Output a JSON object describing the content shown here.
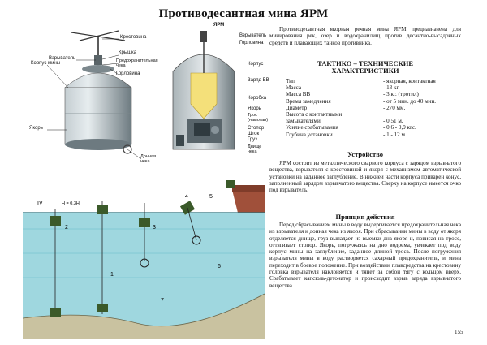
{
  "page": {
    "title": "Противодесантная мина ЯРМ",
    "page_number": "155"
  },
  "figure_left_labels": {
    "krestovina": "Крестовина",
    "vzryvatel": "Взрыватель",
    "kryshka": "Крышка",
    "korpus_miny": "Корпус мины",
    "predohr_cheka_1": "Предохранительная",
    "predohr_cheka_2": "чека",
    "gorlovina": "Горловина",
    "yakor": "Якорь",
    "donnaya_cheka_1": "Донная",
    "donnaya_cheka_2": "чека"
  },
  "figure_right_labels": {
    "yarm": "ЯРМ",
    "vzryvatel": "Взрыватель",
    "gorlovina": "Горловина",
    "korpus": "Корпус",
    "zaryad_1": "Заряд ВВ",
    "korobka": "Коробка",
    "yakor_tros": "Якорь",
    "tros_1": "Трос",
    "tros_2": "(намотан)",
    "stopor": "Стопор",
    "shtok": "Шток",
    "gruz": "Груз",
    "donnaya_1": "Днище",
    "donnaya_2": "чека"
  },
  "intro": "Противодесантная якорная речная мина ЯРМ предназначена для минирования рек, озер и водохранилищ против десантно-высадочных средств и плавающих танков противника.",
  "specs_heading_1": "ТАКТИКО – ТЕХНИЧЕСКИЕ",
  "specs_heading_2": "ХАРАКТЕРИСТИКИ",
  "specs": [
    {
      "k": "Тип",
      "v": "- якорная, контактная"
    },
    {
      "k": "Масса",
      "v": "- 13 кг."
    },
    {
      "k": "Масса ВВ",
      "v": "- 3 кг. (тротил)"
    },
    {
      "k": "Время замедления",
      "v": "- от 5 мин. до 40 мин."
    },
    {
      "k": "Диаметр",
      "v": "- 270 мм."
    },
    {
      "k": "Высота с контактными",
      "v": ""
    },
    {
      "k": "замыкателями",
      "v": "- 0,51 м."
    },
    {
      "k": "Усилие срабатывания",
      "v": "- 0,6 - 0,9 кгс."
    },
    {
      "k": "Глубина установки",
      "v": "- 1 - 12 м."
    }
  ],
  "device_heading": "Устройство",
  "device_text": "ЯРМ состоит из металлического сварного корпуса с зарядом взрывчатого вещества, взрывателя с крестовиной и якоря с механизмом автоматической установки на заданное заглубление. В нижней части корпуса приварен конус, заполненный зарядом взрывчатого вещества. Сверху на корпусе имеется очко под взрыватель.",
  "principle_heading": "Принцип действия",
  "principle_text": "Перед сбрасыванием мины в воду выдергивается предохранительная чека из взрывателя и донная чека из якоря. При сбрасывании мины в воду от якоря отделяется днище, груз выпадает из выемки дна якоря и, повисая на тросе, оттягивает стопор. Якорь, погружаясь на дно водоема, увлекает под воду корпус мины на заглубление, заданное длиной троса. После погружения взрывателя мины в воду растворяется сахарный предохранитель, и мина переходит в боевое положение. При воздействии плавсредства на крестовину головка взрывателя наклоняется и тянет за собой тягу с кольцом вверх. Срабатывает капсюль-детонатор и происходит взрыв заряда взрывчатого вещества.",
  "scene_labels": {
    "n1": "1",
    "n2": "2",
    "n3": "3",
    "n4": "4",
    "n5": "5",
    "n6": "6",
    "n7": "7",
    "nIV": "IV",
    "depth": "H = 0,3Н"
  },
  "colors": {
    "water": "#9fd7df",
    "water_dark": "#67bdc8",
    "mine_body": "#8f9ba0",
    "charge": "#f4e07a",
    "boat": "#a0503a",
    "ground": "#c9c2a0"
  }
}
